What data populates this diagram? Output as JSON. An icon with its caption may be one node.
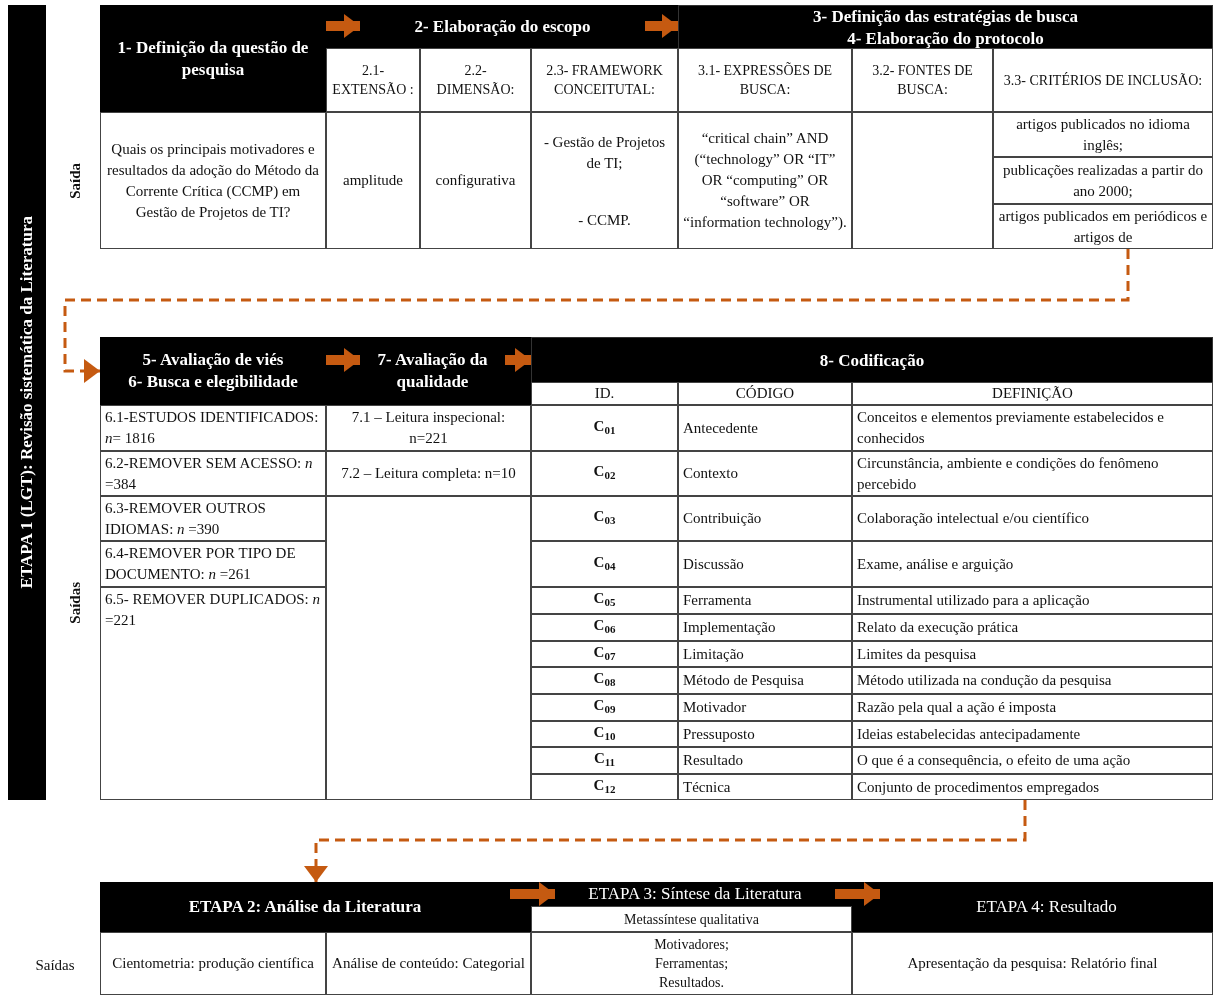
{
  "diagram": {
    "nodes": [
      {
        "text": [
          "ETAPA 1 (LGT): Revisão sistemática da Literatura"
        ]
      },
      {
        "text": [
          "1- Definição da questão de pesquisa"
        ]
      },
      {
        "text": [
          "2- Elaboração do escopo"
        ]
      },
      {
        "text": [
          "3- Definição das estratégias de busca",
          "4- Elaboração do protocolo"
        ]
      },
      {
        "text": [
          "5- Avaliação de viés",
          "6- Busca e elegibilidade"
        ]
      },
      {
        "text": [
          "7- Avaliação da qualidade"
        ]
      },
      {
        "text": [
          "8- Codificação"
        ]
      },
      {
        "text": [
          "ETAPA 2: Análise da Literatura"
        ]
      },
      {
        "text": [
          "ETAPA 3: Síntese da Literatura"
        ]
      },
      {
        "text": [
          "ETAPA 4: Resultado"
        ]
      }
    ],
    "edges": [
      {
        "from": 1,
        "to": 2,
        "arrow": "to"
      },
      {
        "from": 2,
        "to": 3,
        "arrow": "to"
      },
      {
        "from": 3,
        "to": 4,
        "arrow": "to",
        "style": "dashed"
      },
      {
        "from": 4,
        "to": 5,
        "arrow": "to"
      },
      {
        "from": 5,
        "to": 6,
        "arrow": "to"
      },
      {
        "from": 6,
        "to": 7,
        "arrow": "to",
        "style": "dashed"
      },
      {
        "from": 7,
        "to": 8,
        "arrow": "to"
      },
      {
        "from": 8,
        "to": 9,
        "arrow": "to"
      }
    ],
    "labels": [
      "Saída",
      "2.1- EXTENSÃO :",
      "2.2- DIMENSÃO:",
      "2.3- FRAMEWORK CONCEITUTAL:",
      "3.1- EXPRESSÕES DE BUSCA:",
      "3.2- FONTES DE BUSCA:",
      "3.3- CRITÉRIOS DE INCLUSÃO:",
      "Quais os principais motivadores e resultados da adoção do Método da Corrente Crítica (CCMP) em Gestão de Projetos de TI?",
      "amplitude",
      "configurativa",
      "- Gestão de Projetos de TI;",
      "- CCMP.",
      "“critical chain” AND (“technology” OR “IT” OR “computing” OR “software” OR “information technology”).",
      "artigos publicados no idioma inglês;",
      "publicações realizadas a partir do ano 2000;",
      "artigos publicados em periódicos e artigos de",
      "Saídas",
      "ID.",
      "CÓDIGO",
      "DEFINIÇÃO",
      "6.1-ESTUDOS IDENTIFICADOS: *n*= 1816",
      "7.1 – Leitura inspecional: n=221",
      "C$_{01}$",
      "Antecedente",
      "Conceitos e elementos previamente estabelecidos e conhecidos",
      "6.2-REMOVER SEM ACESSO: *n* =384",
      "7.2 – Leitura completa: n=10",
      "C$_{02}$",
      "Contexto",
      "Circunstância, ambiente e condições do fenômeno percebido",
      "6.3-REMOVER OUTROS IDIOMAS: *n* =390",
      "C$_{03}$",
      "Contribuição",
      "Colaboração intelectual e/ou científico",
      "6.4-REMOVER POR TIPO DE DOCUMENTO: *n* =261",
      "C$_{04}$",
      "Discussão",
      "Exame, análise e arguição",
      "6.5- REMOVER DUPLICADOS: *n* =221",
      "C$_{05}$",
      "Ferramenta",
      "Instrumental utilizado para a aplicação",
      "C$_{06}$",
      "Implementação",
      "Relato da execução prática",
      "C$_{07}$",
      "Limitação",
      "Limites da pesquisa",
      "C$_{08}$",
      "Método de Pesquisa",
      "Método utilizada na condução da pesquisa",
      "C$_{09}$",
      "Motivador",
      "Razão pela qual a ação é imposta",
      "C$_{10}$",
      "Pressuposto",
      "Ideias estabelecidas antecipadamente",
      "C$_{11}$",
      "Resultado",
      "O que é a consequência, o efeito de uma ação",
      "C$_{12}$",
      "Técnica",
      "Conjunto de procedimentos empregados",
      "Metassíntese qualitativa",
      "Saídas",
      "Cientometria: produção científica",
      "Análise de conteúdo: Categorial",
      "Motivadores; Ferramentas; Resultados.",
      "Apresentação da pesquisa: Relatório final"
    ]
  }
}
